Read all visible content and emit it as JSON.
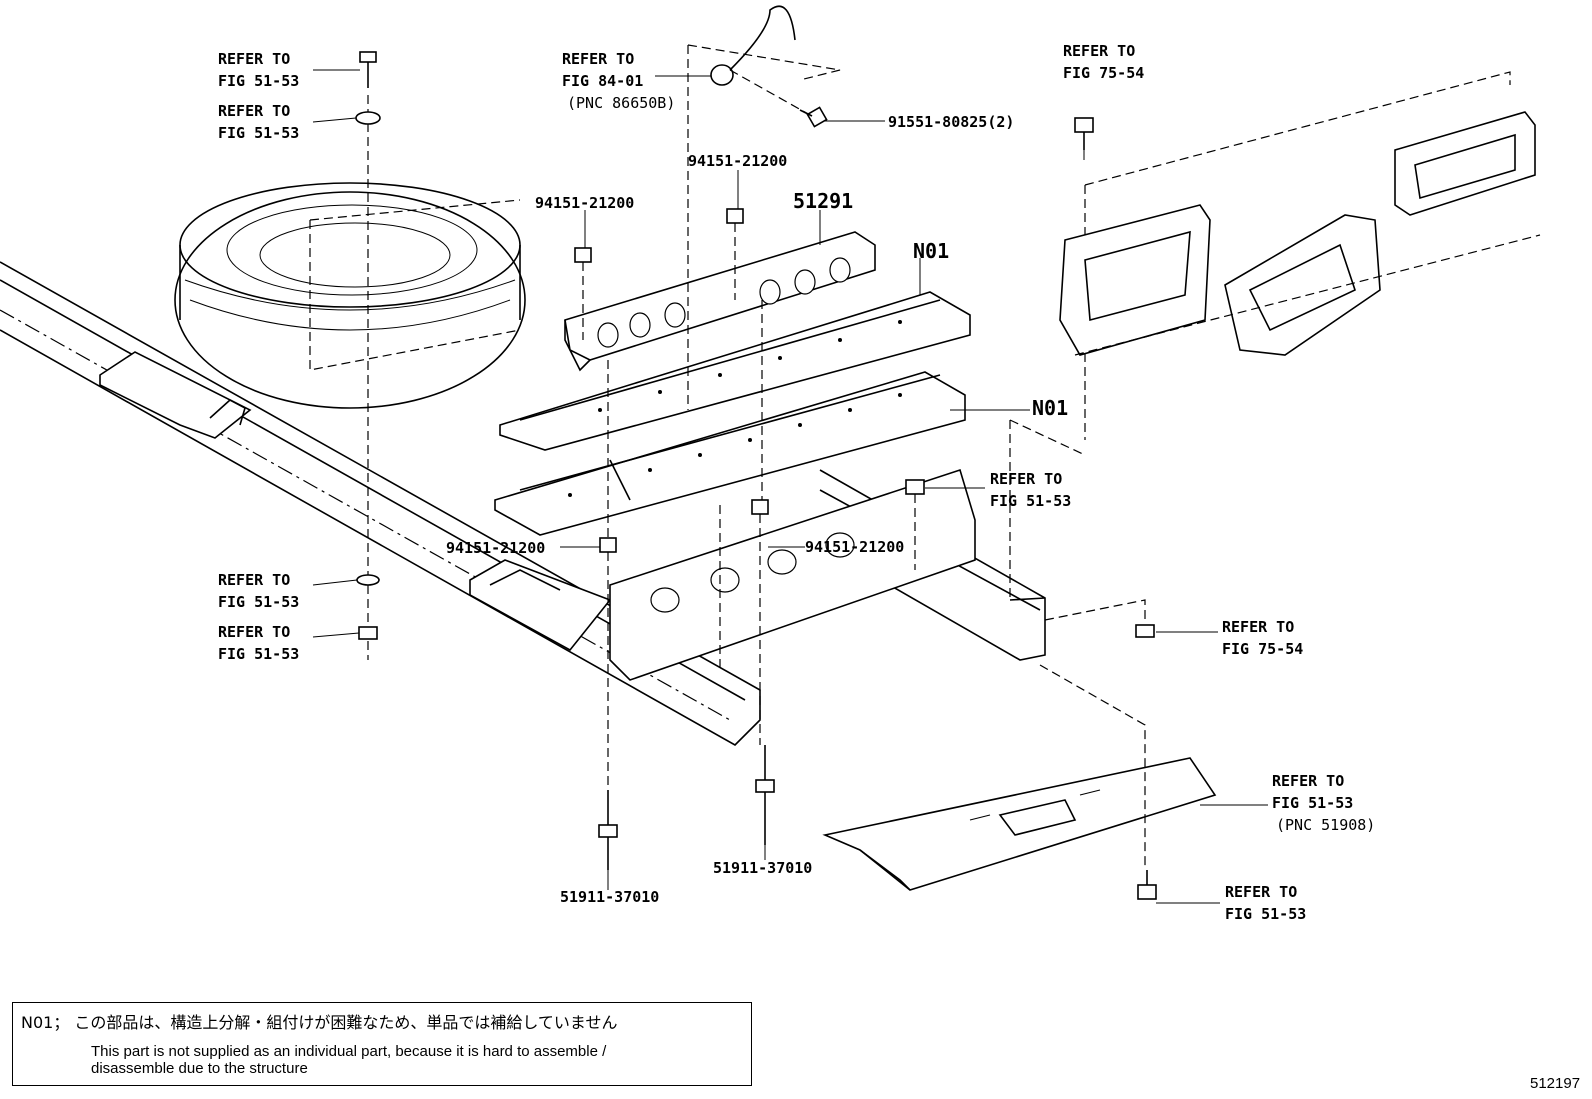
{
  "callouts": {
    "bolt_top": [
      "REFER TO",
      "FIG 51-53"
    ],
    "washer_top": [
      "REFER TO",
      "FIG 51-53"
    ],
    "sensor": [
      "REFER TO",
      "FIG 84-01",
      "(PNC 86650B)"
    ],
    "bolt_sensor": "91551-80825(2)",
    "nut_a": "94151-21200",
    "nut_b": "94151-21200",
    "crossmember": "51291",
    "n01_upper": "N01",
    "n01_lower": "N01",
    "bumper_bolt": [
      "REFER TO",
      "FIG 75-54"
    ],
    "frame_nut": [
      "REFER TO",
      "FIG 51-53"
    ],
    "nut_c": "94151-21200",
    "nut_d": "94151-21200",
    "washer_bottom": [
      "REFER TO",
      "FIG 51-53"
    ],
    "nut_bottom": [
      "REFER TO",
      "FIG 51-53"
    ],
    "bumper_nut": [
      "REFER TO",
      "FIG 75-54"
    ],
    "plate": [
      "REFER TO",
      "FIG 51-53",
      "(PNC 51908)"
    ],
    "plate_bolt": [
      "REFER TO",
      "FIG 51-53"
    ],
    "stud_a": "51911-37010",
    "stud_b": "51911-37010"
  },
  "note": {
    "line_jp": "N01； この部品は、構造上分解・組付けが困難なため、単品では補給していません",
    "line_en_1": "This part is not supplied as an individual part, because it is hard to assemble /",
    "line_en_2": "disassemble due to the structure"
  },
  "figure_id": "512197"
}
